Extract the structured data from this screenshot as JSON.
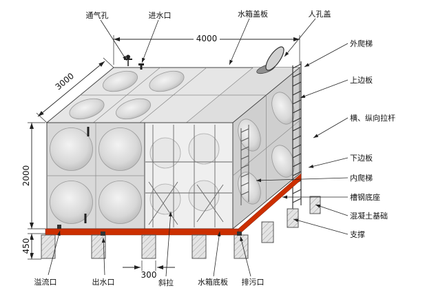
{
  "labels": {
    "top": [
      "通气孔",
      "进水口",
      "水箱盖板",
      "人孔盖"
    ],
    "right": [
      "外爬梯",
      "上边板",
      "横、纵向拉杆",
      "下边板",
      "内爬梯",
      "槽钢底座",
      "混凝土基础",
      "支撑"
    ],
    "bottom": [
      "溢流口",
      "出水口",
      "斜拉",
      "水箱底板",
      "排污口"
    ]
  },
  "dimensions": {
    "length": "4000",
    "depth": "3000",
    "height": "2000",
    "base_height": "450",
    "support_spacing": "300"
  },
  "colors": {
    "base_red": "#cc2f00",
    "base_red_dark": "#8c1d00",
    "panel_gray": "#d9d9d9",
    "line_dark": "#222222"
  }
}
